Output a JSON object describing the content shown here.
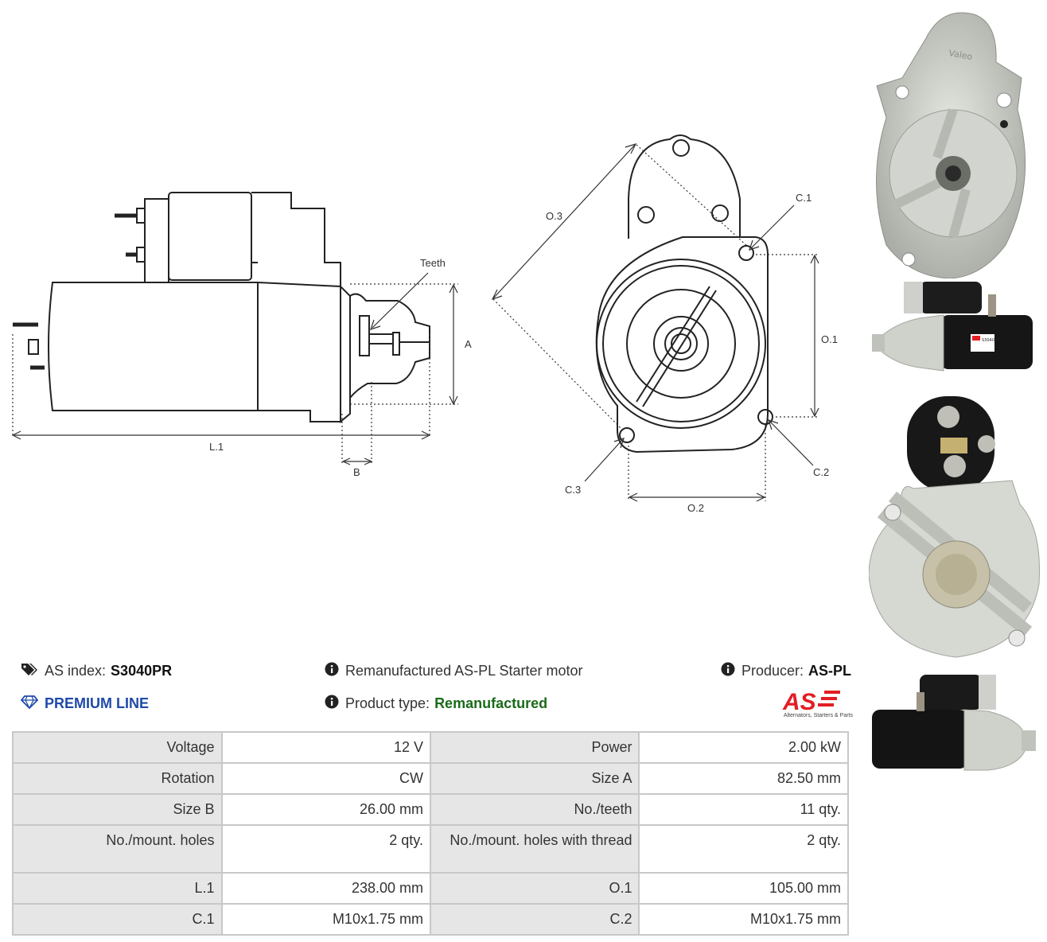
{
  "drawing_labels": {
    "teeth": "Teeth",
    "a": "A",
    "b": "B",
    "l1": "L.1",
    "o1": "O.1",
    "o2": "O.2",
    "o3": "O.3",
    "c1": "C.1",
    "c2": "C.2",
    "c3": "C.3"
  },
  "info": {
    "as_index_label": "AS index:",
    "as_index_value": "S3040PR",
    "premium_line": "PREMIUM LINE",
    "description": "Remanufactured AS-PL Starter motor",
    "product_type_label": "Product type:",
    "product_type_value": "Remanufactured",
    "producer_label": "Producer:",
    "producer_value": "AS-PL"
  },
  "logo": {
    "mark": "AS",
    "tagline": "Alternators, Starters & Parts",
    "color": "#e31e24"
  },
  "specs": [
    {
      "k1": "Voltage",
      "v1": "12 V",
      "k2": "Power",
      "v2": "2.00 kW"
    },
    {
      "k1": "Rotation",
      "v1": "CW",
      "k2": "Size A",
      "v2": "82.50 mm"
    },
    {
      "k1": "Size B",
      "v1": "26.00 mm",
      "k2": "No./teeth",
      "v2": "11 qty."
    },
    {
      "k1": "No./mount. holes",
      "v1": "2 qty.",
      "k2": "No./mount. holes with thread",
      "v2": "2 qty."
    },
    {
      "k1": "L.1",
      "v1": "238.00 mm",
      "k2": "O.1",
      "v2": "105.00 mm"
    },
    {
      "k1": "C.1",
      "v1": "M10x1.75 mm",
      "k2": "C.2",
      "v2": "M10x1.75 mm"
    }
  ],
  "photo_text": {
    "brand_emboss": "Valeo",
    "label_code": "S3040PR"
  },
  "colors": {
    "premium_blue": "#1f4aa8",
    "product_type_green": "#1a6b1a",
    "table_key_bg": "#e6e6e6",
    "table_border": "#c8c8c8"
  }
}
